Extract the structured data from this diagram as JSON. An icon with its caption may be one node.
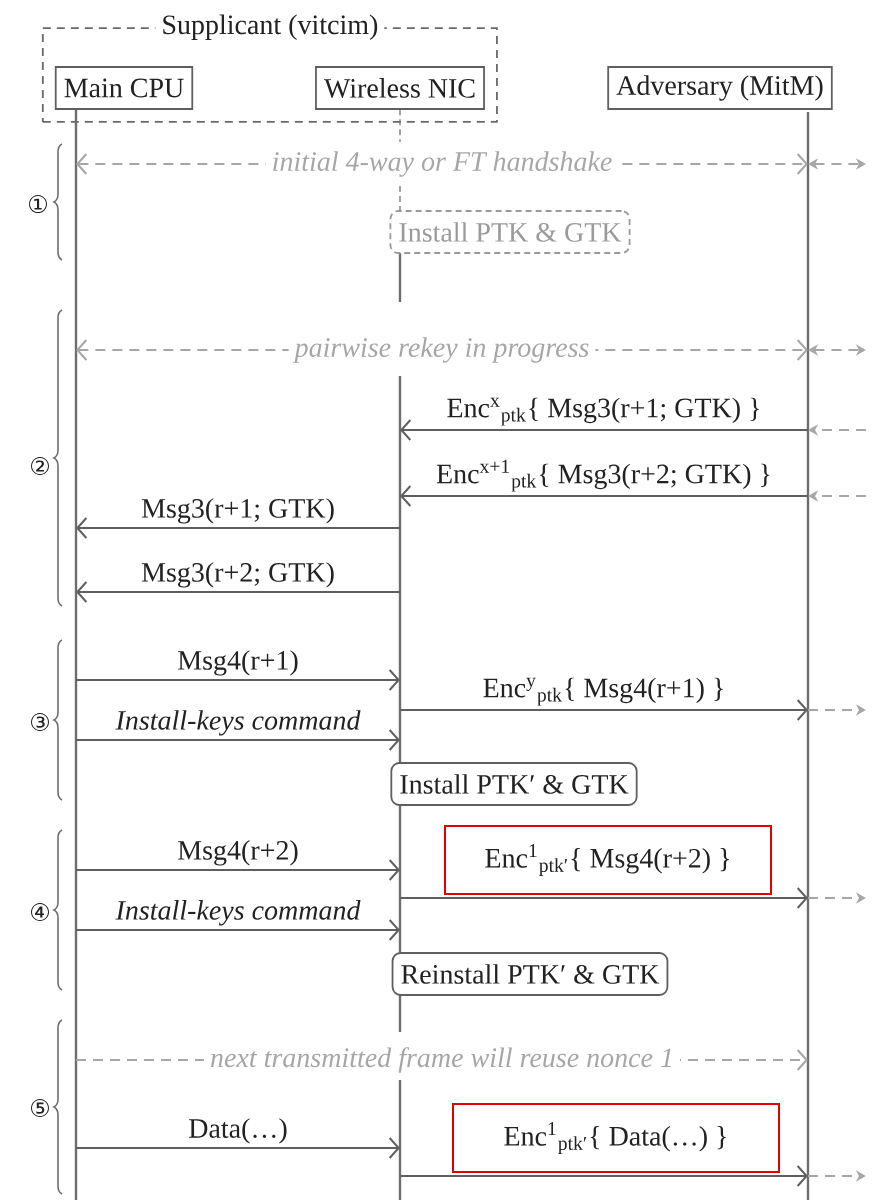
{
  "diagram": {
    "nodes": [
      {
        "text": [
          "Supplicant (vitcim)"
        ]
      },
      {
        "text": [
          "Main CPU"
        ],
        "in": 0
      },
      {
        "text": [
          "Wireless NIC"
        ],
        "in": 0
      },
      {
        "text": [
          "Adversary (MitM)"
        ]
      },
      {
        "text": [
          "Install PTK & GTK"
        ]
      },
      {
        "text": [
          "Install PTK′ & GTK"
        ]
      },
      {
        "text": [
          "Reinstall PTK′ & GTK"
        ]
      },
      {
        "text": [],
        "shape": "line"
      },
      {
        "text": [],
        "shape": "line"
      },
      {
        "text": [],
        "shape": "line"
      },
      {
        "text": [],
        "shape": "line"
      },
      {
        "text": [],
        "shape": "line"
      }
    ],
    "edges": [
      {
        "from": 7,
        "to": 11,
        "arrow": "both",
        "label": "initial 4-way or FT handshake",
        "style": "dashed",
        "color": "#a6a6a6"
      },
      {
        "from": 11,
        "to": null,
        "arrow": "both",
        "style": "dashed",
        "color": "#a6a6a6"
      },
      {
        "from": 7,
        "to": 11,
        "arrow": "both",
        "label": "pairwise rekey in progress",
        "style": "dashed",
        "color": "#a6a6a6"
      },
      {
        "from": 11,
        "to": null,
        "arrow": "both",
        "style": "dashed",
        "color": "#a6a6a6"
      },
      {
        "from": null,
        "to": 11,
        "arrow": "to",
        "style": "dashed",
        "color": "#a6a6a6"
      },
      {
        "from": 11,
        "to": 8,
        "arrow": "to",
        "label": "Enc$^{x}$$_{ptk}${ Msg3(r+1; GTK) }"
      },
      {
        "from": null,
        "to": 11,
        "arrow": "to",
        "style": "dashed",
        "color": "#a6a6a6"
      },
      {
        "from": 11,
        "to": 8,
        "arrow": "to",
        "label": "Enc$^{x+1}$$_{ptk}${ Msg3(r+2; GTK) }"
      },
      {
        "from": 8,
        "to": 7,
        "arrow": "to",
        "label": "Msg3(r+1; GTK)"
      },
      {
        "from": 8,
        "to": 7,
        "arrow": "to",
        "label": "Msg3(r+2; GTK)"
      },
      {
        "from": 7,
        "to": 8,
        "arrow": "to",
        "label": "Msg4(r+1)"
      },
      {
        "from": 8,
        "to": 11,
        "arrow": "to",
        "label": "Enc$^{y}$$_{ptk}${ Msg4(r+1) }"
      },
      {
        "from": 11,
        "to": null,
        "arrow": "to",
        "style": "dashed",
        "color": "#a6a6a6"
      },
      {
        "from": 7,
        "to": 8,
        "arrow": "to",
        "label": "Install-keys command"
      },
      {
        "from": 7,
        "to": 9,
        "arrow": "to",
        "label": "Msg4(r+2)"
      },
      {
        "from": 9,
        "to": 11,
        "arrow": "to",
        "label": "Enc$^{1}$$_{ptk′}${ Msg4(r+2) }"
      },
      {
        "from": 11,
        "to": null,
        "arrow": "to",
        "style": "dashed",
        "color": "#a6a6a6"
      },
      {
        "from": 7,
        "to": 9,
        "arrow": "to",
        "label": "Install-keys command"
      },
      {
        "from": 7,
        "to": 11,
        "arrow": "to",
        "label": "next transmitted frame will reuse nonce 1",
        "style": "dashed",
        "color": "#a6a6a6"
      },
      {
        "from": 7,
        "to": 10,
        "arrow": "to",
        "label": "Data(…)"
      },
      {
        "from": 10,
        "to": 11,
        "arrow": "to",
        "label": "Enc$^{1}$$_{ptk′}${ Data(…) }"
      },
      {
        "from": 11,
        "to": null,
        "arrow": "to",
        "style": "dashed",
        "color": "#a6a6a6"
      }
    ],
    "labels": [
      "①",
      "②",
      "③",
      "④",
      "⑤"
    ]
  }
}
